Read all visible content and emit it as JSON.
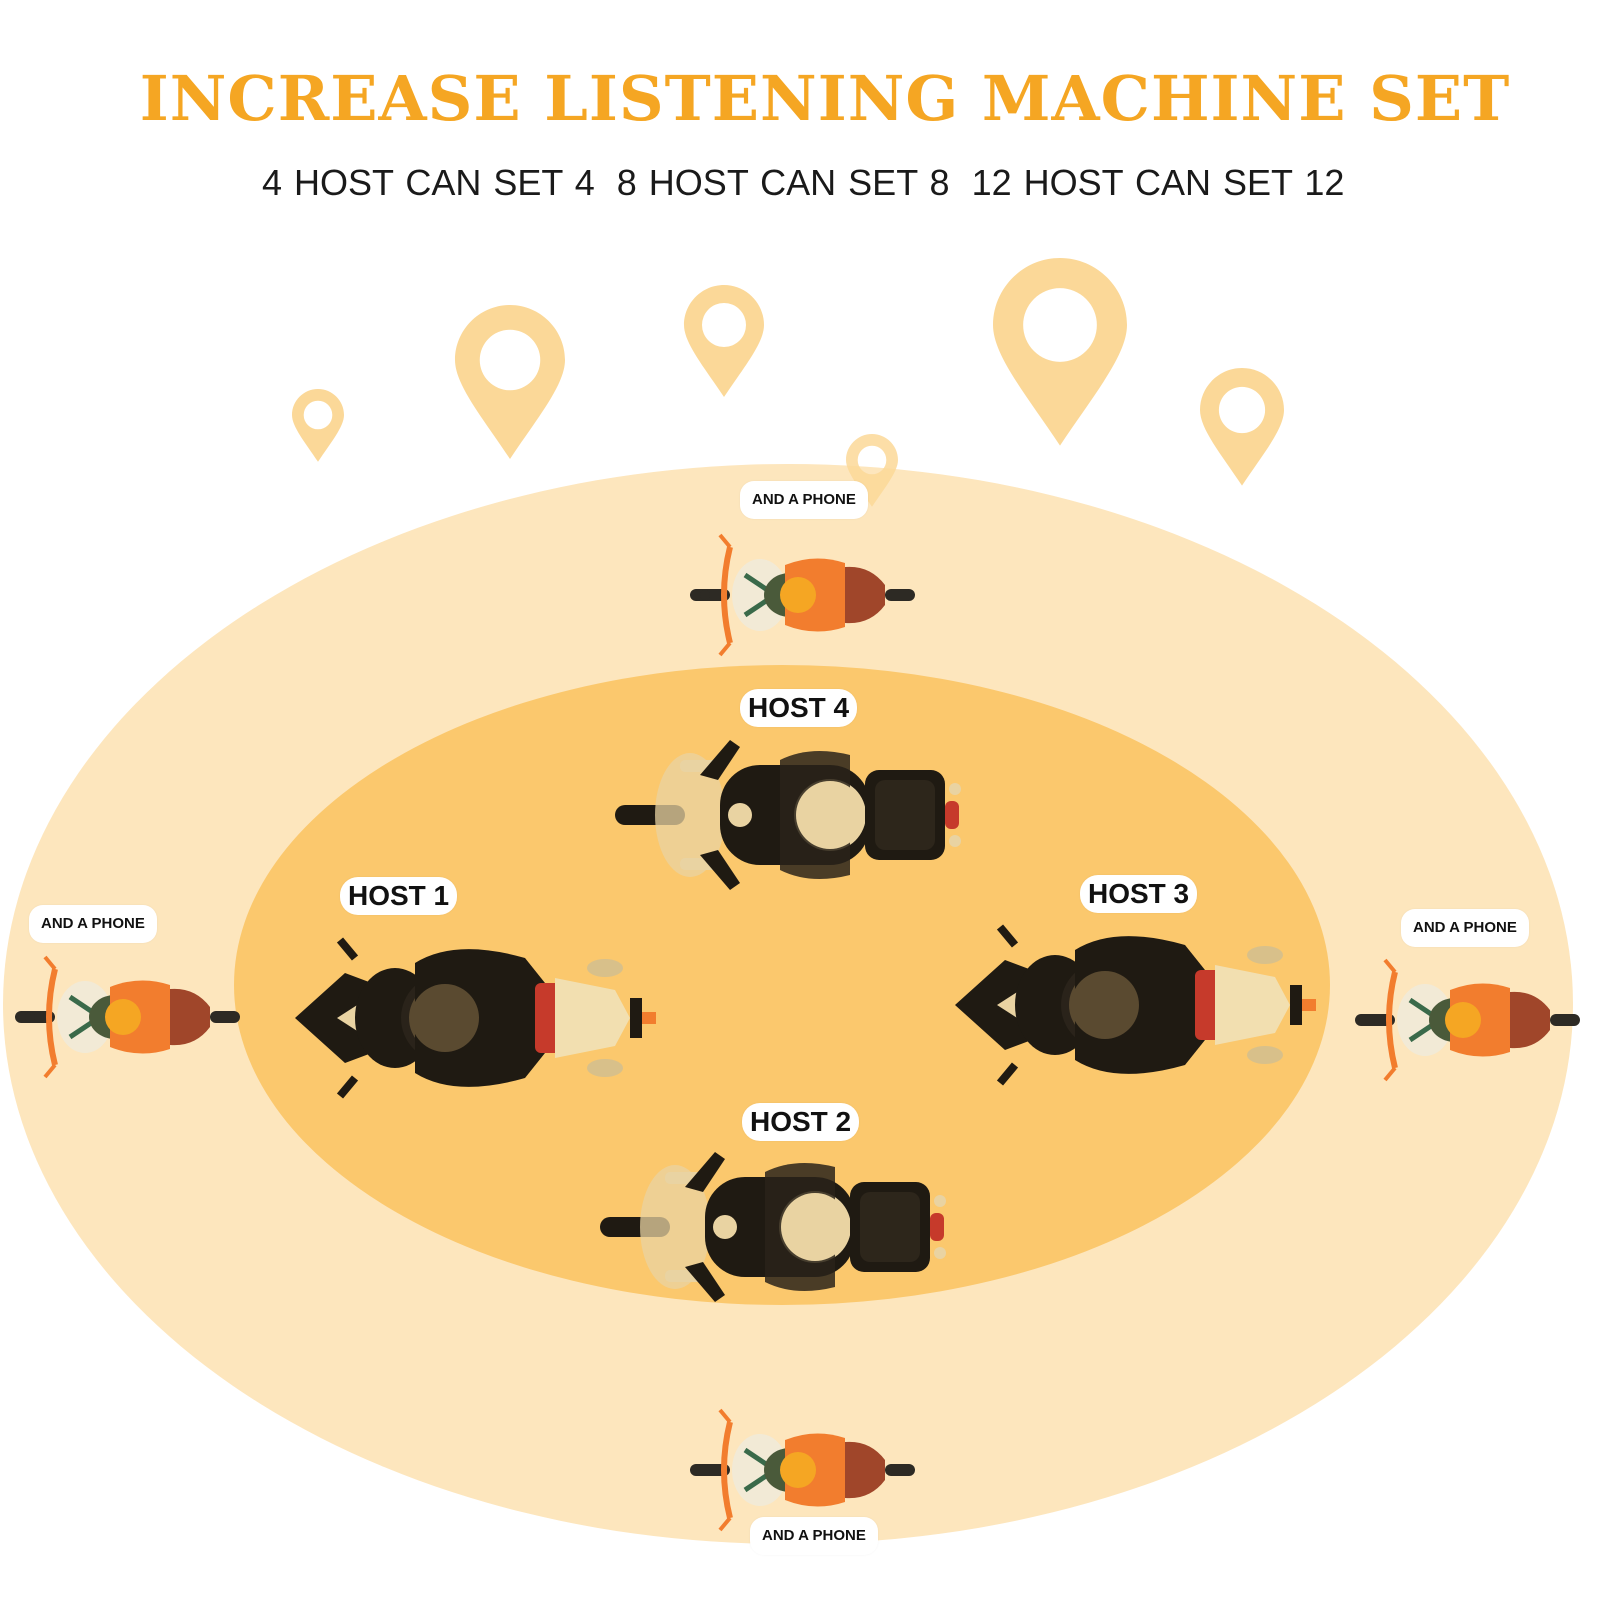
{
  "header": {
    "title": "INCREASE LISTENING MACHINE SET",
    "subtitle_parts": [
      "4 HOST CAN SET 4",
      "8 HOST CAN SET 8",
      "12 HOST CAN SET 12"
    ]
  },
  "hosts": [
    {
      "label": "HOST 1"
    },
    {
      "label": "HOST 2"
    },
    {
      "label": "HOST 3"
    },
    {
      "label": "HOST 4"
    }
  ],
  "phones": [
    {
      "label": "AND A PHONE"
    },
    {
      "label": "AND A PHONE"
    },
    {
      "label": "AND A PHONE"
    },
    {
      "label": "AND A PHONE"
    }
  ],
  "colors": {
    "title": "#f5a623",
    "outer_zone": "#fde6bd",
    "inner_zone": "#fbc86d",
    "pin": "#fbd898",
    "rider_jacket": "#f27d2e",
    "bike_dark": "#1f1a12",
    "bike_cream": "#f2dfb0"
  },
  "icons": [
    "location-pin-icon",
    "motorcycle-host-icon",
    "motorcycle-phone-icon"
  ]
}
